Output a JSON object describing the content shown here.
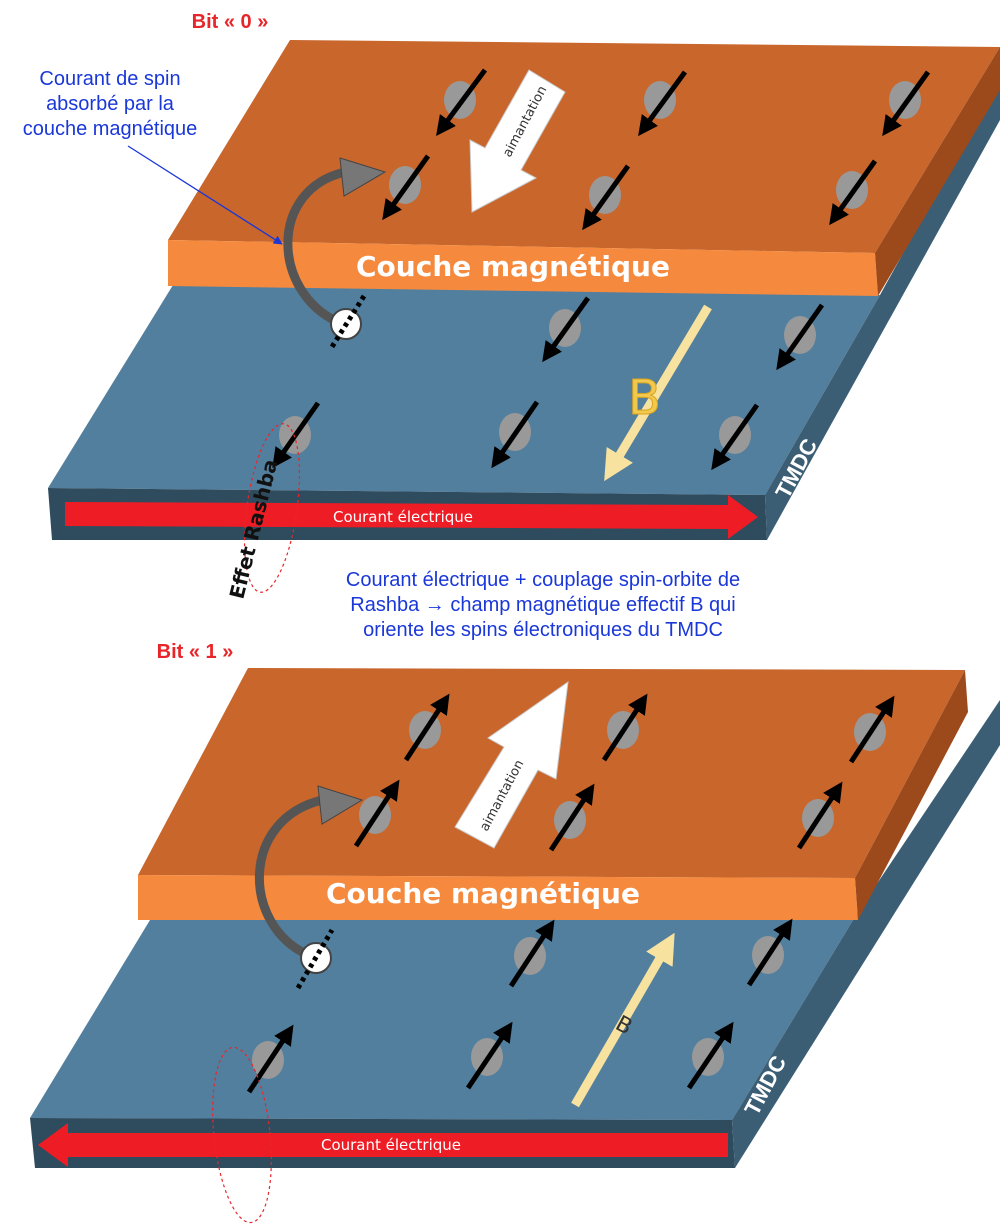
{
  "panel_top": {
    "bit_label": "Bit « 0 »",
    "layer_label": "Couche magnétique",
    "magnetization_label": "aimantation",
    "field_label": "B",
    "tmdc_label": "TMDC",
    "current_label": "Courant électrique",
    "rashba_label": "Effet Rashba"
  },
  "panel_bottom": {
    "bit_label": "Bit « 1 »",
    "layer_label": "Couche magnétique",
    "magnetization_label": "aimantation",
    "field_label": "B",
    "tmdc_label": "TMDC",
    "current_label": "Courant électrique"
  },
  "annotations": {
    "spin_current": [
      "Courant de spin",
      "absorbé par la",
      "couche magnétique"
    ],
    "explanation": [
      "Courant électrique + couplage spin-orbite de",
      "Rashba → champ magnétique effectif B qui",
      "oriente les spins électroniques du TMDC"
    ]
  },
  "colors": {
    "magnetic_top": "#c8662c",
    "magnetic_front": "#f58a3e",
    "tmdc_top": "#527f9e",
    "tmdc_side": "#3b5e74",
    "current_arrow": "#ee1c25",
    "annotation_text": "#1a37d8",
    "bit_text": "#e8262a",
    "field_arrow": "#f8e2a0"
  }
}
